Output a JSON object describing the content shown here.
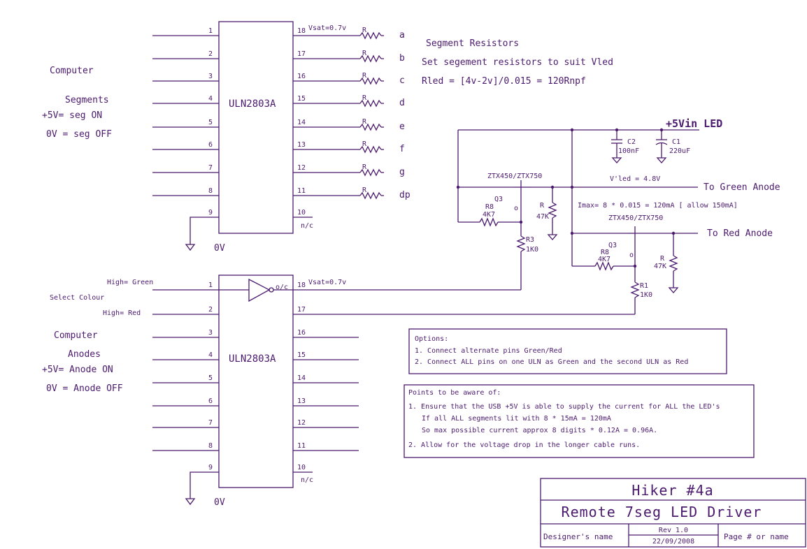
{
  "ic_upper": {
    "part": "ULN2803A",
    "left_pins": [
      "1",
      "2",
      "3",
      "4",
      "5",
      "6",
      "7",
      "8",
      "9"
    ],
    "right_pins": [
      "18",
      "17",
      "16",
      "15",
      "14",
      "13",
      "12",
      "11",
      "10"
    ],
    "vsat": "Vsat=0.7v",
    "nc": "n/c",
    "ground": "0V"
  },
  "ic_lower": {
    "part": "ULN2803A",
    "left_pins": [
      "1",
      "2",
      "3",
      "4",
      "5",
      "6",
      "7",
      "8",
      "9"
    ],
    "right_pins": [
      "18",
      "17",
      "16",
      "15",
      "14",
      "13",
      "12",
      "11",
      "10"
    ],
    "vsat": "Vsat=0.7v",
    "oc": "o/c",
    "nc": "n/c",
    "ground": "0V"
  },
  "segments": {
    "resistor_label": "R",
    "names": [
      "a",
      "b",
      "c",
      "d",
      "e",
      "f",
      "g",
      "dp"
    ],
    "heading": "Segment Resistors",
    "note1": "Set segement resistors to suit Vled",
    "note2": "Rled = [4v-2v]/0.015 = 120Rnpf"
  },
  "left_text_upper": {
    "computer": "Computer",
    "segments": "Segments",
    "on": "+5V= seg ON",
    "off": "0V = seg OFF"
  },
  "left_text_lower": {
    "high_green": "High= Green",
    "select": "Select Colour",
    "high_red": "High= Red",
    "computer": "Computer",
    "anodes": "Anodes",
    "on": "+5V= Anode ON",
    "off": "0V = Anode OFF"
  },
  "power": {
    "title": "+5Vin LED",
    "c2_name": "C2",
    "c2_value": "100nF",
    "c1_name": "C1",
    "c1_value": "220uF",
    "vled": "V'led = 4.8V",
    "imax": "Imax= 8 * 0.015 =  120mA [ allow 150mA]"
  },
  "green_driver": {
    "transistor": "ZTX450/ZTX750",
    "q": "Q3",
    "r8": "R8",
    "r8_value": "4K7",
    "r": "R",
    "r_value": "47K",
    "r3": "R3",
    "r3_value": "1K0",
    "output": "To Green Anode"
  },
  "red_driver": {
    "transistor": "ZTX450/ZTX750",
    "q": "Q3",
    "r8": "R8",
    "r8_value": "4K7",
    "r": "R",
    "r_value": "47K",
    "r1": "R1",
    "r1_value": "1K0",
    "output": "To Red Anode"
  },
  "options": {
    "title": "Options:",
    "line1": "1. Connect alternate pins Green/Red",
    "line2": "2. Connect ALL pins on one ULN as Green and the second ULN as Red"
  },
  "points": {
    "title": "Points to be aware of:",
    "line1": "1. Ensure that the USB +5V is able to supply the current for ALL the LED's",
    "line2": "If all ALL segments lit  with  8  * 15mA = 120mA",
    "line3": "So max possible current approx 8 digits * 0.12A = 0.96A.",
    "line4": "2. Allow for the voltage drop in the longer cable runs."
  },
  "title_block": {
    "name": "Hiker #4a",
    "title": "Remote 7seg LED Driver",
    "designer": "Designer's name",
    "rev": "Rev 1.0",
    "date": "22/09/2008",
    "page": "Page # or name"
  }
}
